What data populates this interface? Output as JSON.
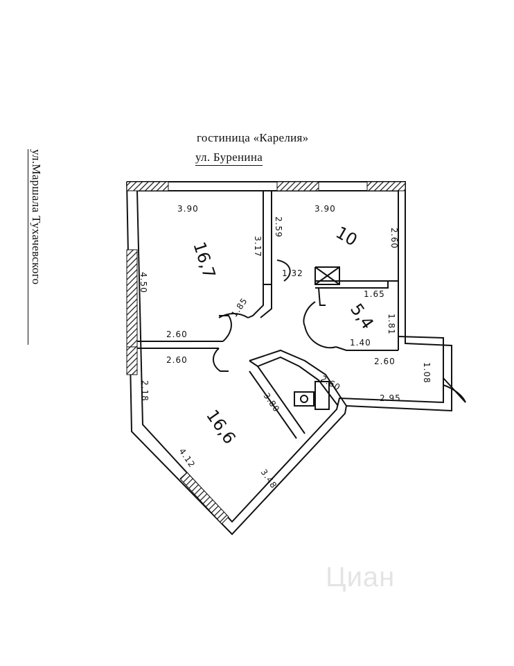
{
  "streets": {
    "hotel": "гостиница «Карелия»",
    "top": "ул. Буренина",
    "left": "ул.Маршала Тухачевского"
  },
  "rooms": {
    "room1_area": "16,7",
    "room2_area": "10",
    "bath_area": "5,4",
    "room3_area": "16,6"
  },
  "dimensions": {
    "d_3_90_a": "3.90",
    "d_3_90_b": "3.90",
    "d_2_59": "2.59",
    "d_3_17": "3.17",
    "d_4_50": "4.50",
    "d_2_60_a": "2.60",
    "d_2_60_b": "2.60",
    "d_2_60_c": "2.60",
    "d_2_60_d": "2.60",
    "d_2_60_e": "2.60",
    "d_1_32": "1.32",
    "d_1_65": "1.65",
    "d_1_85": "1.85",
    "d_1_81": "1.81",
    "d_1_40": "1.40",
    "d_1_08": "1.08",
    "d_2_95": "2.95",
    "d_2_18": "2.18",
    "d_3_80": "3.80",
    "d_4_12": "4.12",
    "d_3_48": "3.48"
  },
  "watermark": "Циан"
}
